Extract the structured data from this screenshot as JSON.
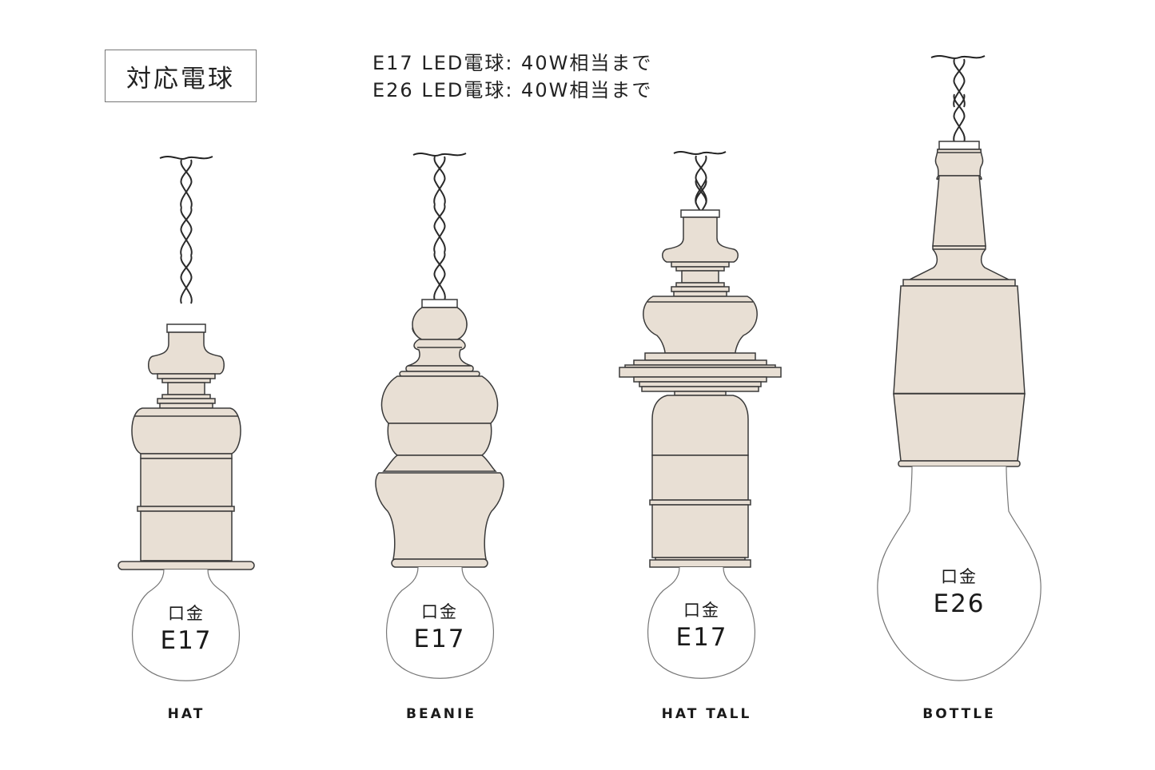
{
  "header": {
    "title": "対応電球",
    "specs": [
      "E17 LED電球: 40W相当まで",
      "E26 LED電球: 40W相当まで"
    ]
  },
  "colors": {
    "body_fill": "#e8dfd4",
    "outline": "#3a3a3a",
    "bulb_outline": "#777777",
    "background": "#ffffff"
  },
  "lamps": [
    {
      "name": "HAT",
      "socket_label": "口金",
      "socket": "E17"
    },
    {
      "name": "BEANIE",
      "socket_label": "口金",
      "socket": "E17"
    },
    {
      "name": "HAT TALL",
      "socket_label": "口金",
      "socket": "E17"
    },
    {
      "name": "BOTTLE",
      "socket_label": "口金",
      "socket": "E26"
    }
  ]
}
